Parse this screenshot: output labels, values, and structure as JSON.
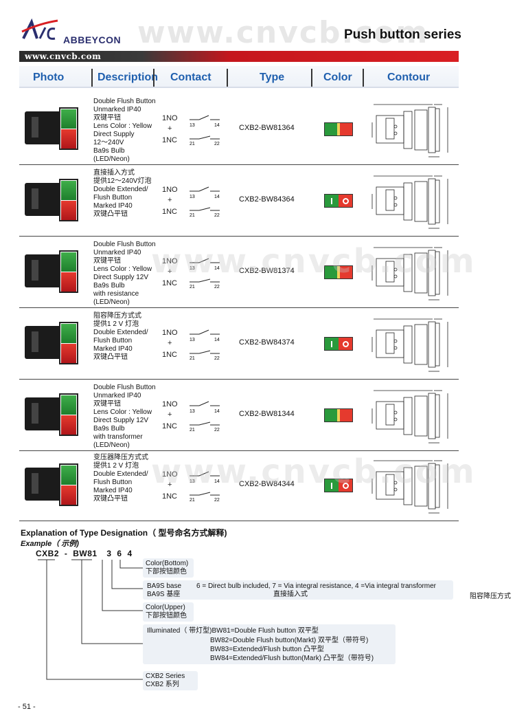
{
  "header": {
    "brand": "ABBEYCON",
    "watermark": "www.cnvcb.com",
    "url": "www.cnvcb.com",
    "title": "Push button series"
  },
  "columns": [
    "Photo",
    "Description",
    "Contact",
    "Type",
    "Color",
    "Contour"
  ],
  "contact": {
    "no": "1NO",
    "plus": "+",
    "nc": "1NC",
    "t13": "13",
    "t14": "14",
    "t21": "21",
    "t22": "22"
  },
  "products": [
    {
      "desc": [
        "Double Flush Button",
        "Unmarked IP40",
        "双键平钮",
        "Lens Color : Yellow",
        "Direct Supply",
        "12～240V",
        "Ba9s Bulb",
        "(LED/Neon)"
      ],
      "type": "CXB2-BW81364",
      "marked": false
    },
    {
      "desc": [
        "直接插入方式",
        "提供12～240V灯泡",
        "Double Extended/",
        "Flush Button",
        "Marked IP40",
        "双键凸平钮"
      ],
      "type": "CXB2-BW84364",
      "marked": true
    },
    {
      "desc": [
        "Double Flush Button",
        "Unmarked IP40",
        "双键平钮",
        "Lens Color : Yellow",
        "Direct Supply 12V",
        "Ba9s Bulb",
        "with resistance",
        "(LED/Neon)"
      ],
      "type": "CXB2-BW81374",
      "marked": false
    },
    {
      "desc": [
        "阻容降压方式式",
        "提供1 2 V 灯泡",
        "Double Extended/",
        "Flush Button",
        "Marked IP40",
        "双键凸平钮"
      ],
      "type": "CXB2-BW84374",
      "marked": true
    },
    {
      "desc": [
        "Double Flush Button",
        "Unmarked IP40",
        "双键平钮",
        "Lens Color : Yellow",
        "Direct Supply 12V",
        "Ba9s Bulb",
        "with transformer",
        "(LED/Neon)"
      ],
      "type": "CXB2-BW81344",
      "marked": false
    },
    {
      "desc": [
        "变压器降压方式式",
        "提供1 2 V 灯泡",
        "Double Extended/",
        "Flush Button",
        "Marked IP40",
        "双键凸平钮"
      ],
      "type": "CXB2-BW84344",
      "marked": true
    }
  ],
  "explanation": {
    "title": "Explanation of Type Designation（ 型号命名方式解释)",
    "example": "Example（ 示例)",
    "code": [
      "CXB2",
      "-",
      "BW81",
      "3",
      "6",
      "4"
    ],
    "color_bottom": [
      "Color(Bottom)",
      "下部按钮颜色"
    ],
    "base_label": [
      "BA9S base",
      "BA9S 基座"
    ],
    "base_desc": [
      "6 = Direct bulb included, 7 = Via integral resistance, 4 =Via integral transformer",
      "直接插入式"
    ],
    "side_note": "阻容降压方式",
    "color_upper": [
      "Color(Upper)",
      "下部按钮颜色"
    ],
    "illuminated": [
      "Illuminated（ 带灯型)BW81=Double Flush button  双平型",
      "BW82=Double Flush button(Markt)  双平型（带符号)",
      "BW83=Extended/Flush button 凸平型",
      "BW84=Extended/Flush button(Mark) 凸平型（带符号)"
    ],
    "series": [
      "CXB2 Series",
      "CXB2 系列"
    ]
  },
  "page_number": "- 51 -",
  "colors": {
    "accent_blue": "#1f5fae",
    "green": "#2a9a3c",
    "red": "#e53a2e",
    "brand_red": "#d91f23"
  }
}
